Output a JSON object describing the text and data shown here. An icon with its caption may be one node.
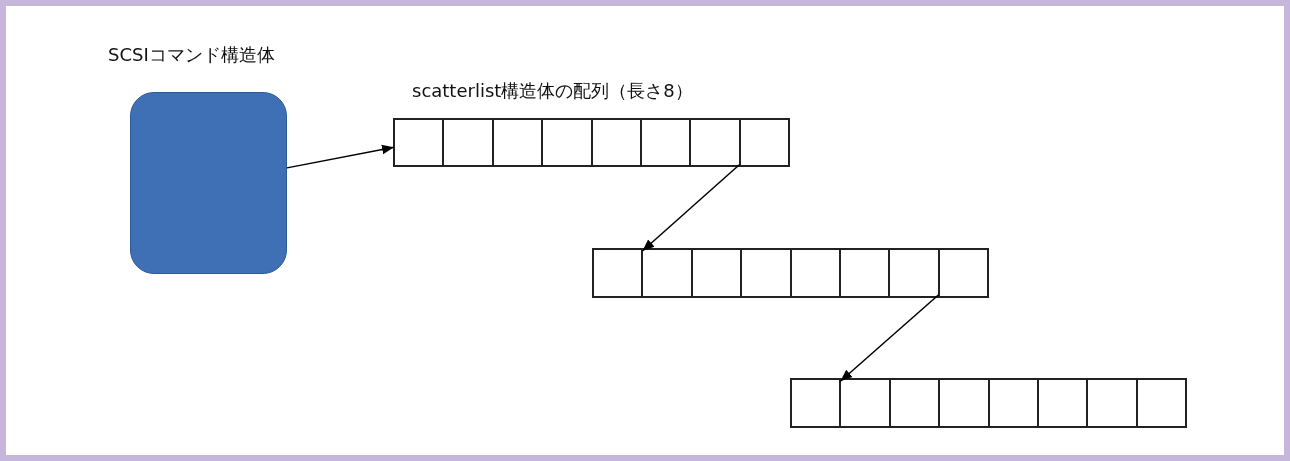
{
  "diagram": {
    "nodes": [
      {
        "text": [
          "SCSIコマンド構造体"
        ]
      },
      {
        "text": [
          "scatterlist構造体の配列（長さ8）"
        ]
      },
      {
        "text": [],
        "shape": "box",
        "in": 1
      },
      {
        "text": [],
        "shape": "box",
        "in": 1
      },
      {
        "text": [],
        "shape": "box",
        "in": 1
      },
      {
        "text": [],
        "shape": "box",
        "in": 1
      },
      {
        "text": [],
        "shape": "box",
        "in": 1
      },
      {
        "text": [],
        "shape": "box",
        "in": 1
      },
      {
        "text": [],
        "shape": "box",
        "in": 1
      },
      {
        "text": [],
        "shape": "box",
        "in": 1
      },
      {
        "text": [],
        "shape": "box"
      },
      {
        "text": [],
        "shape": "box",
        "in": 10
      },
      {
        "text": [],
        "shape": "box",
        "in": 10
      },
      {
        "text": [],
        "shape": "box",
        "in": 10
      },
      {
        "text": [],
        "shape": "box",
        "in": 10
      },
      {
        "text": [],
        "shape": "box",
        "in": 10
      },
      {
        "text": [],
        "shape": "box",
        "in": 10
      },
      {
        "text": [],
        "shape": "box",
        "in": 10
      },
      {
        "text": [],
        "shape": "box",
        "in": 10
      },
      {
        "text": [],
        "shape": "box"
      },
      {
        "text": [],
        "shape": "box",
        "in": 19
      },
      {
        "text": [],
        "shape": "box",
        "in": 19
      },
      {
        "text": [],
        "shape": "box",
        "in": 19
      },
      {
        "text": [],
        "shape": "box",
        "in": 19
      },
      {
        "text": [],
        "shape": "box",
        "in": 19
      },
      {
        "text": [],
        "shape": "box",
        "in": 19
      },
      {
        "text": [],
        "shape": "box",
        "in": 19
      },
      {
        "text": [],
        "shape": "box",
        "in": 19
      }
    ],
    "edges": [
      {
        "from": 0,
        "to": 2,
        "arrow": "to"
      },
      {
        "from": 9,
        "to": 11,
        "arrow": "to"
      },
      {
        "from": 18,
        "to": 20,
        "arrow": "to"
      }
    ]
  }
}
